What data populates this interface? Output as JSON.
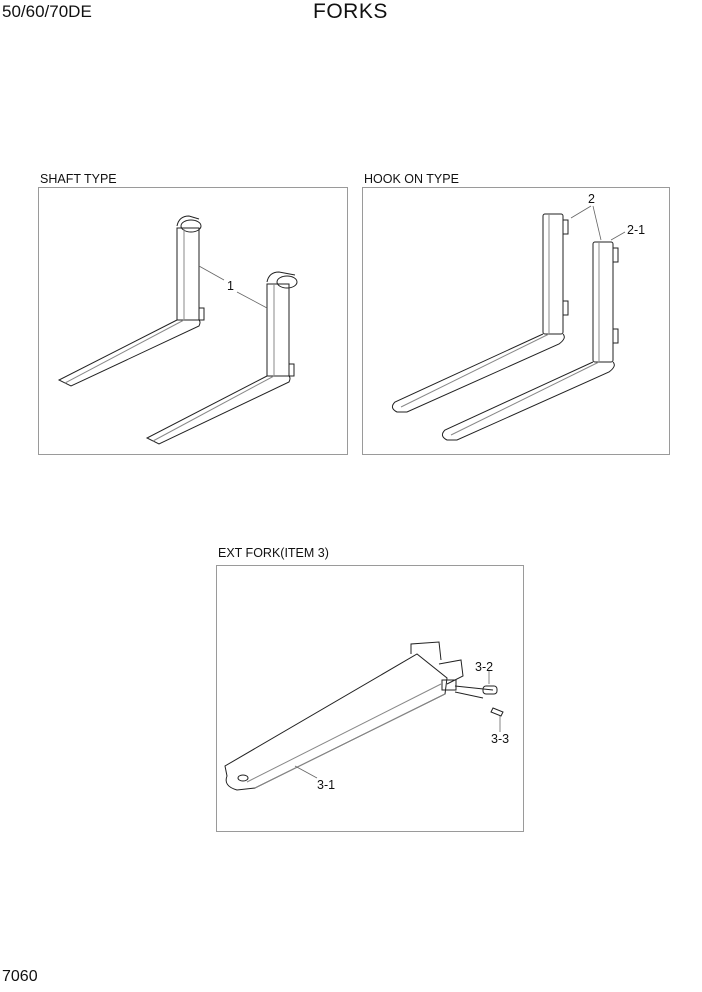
{
  "header": {
    "model": "50/60/70DE",
    "title": "FORKS"
  },
  "footer": {
    "page_number": "7060"
  },
  "panels": [
    {
      "label": "SHAFT TYPE",
      "callouts": [
        "1"
      ]
    },
    {
      "label": "HOOK ON TYPE",
      "callouts": [
        "2",
        "2-1"
      ]
    },
    {
      "label": "EXT FORK(ITEM 3)",
      "callouts": [
        "3-2",
        "3-3",
        "3-1"
      ]
    }
  ]
}
